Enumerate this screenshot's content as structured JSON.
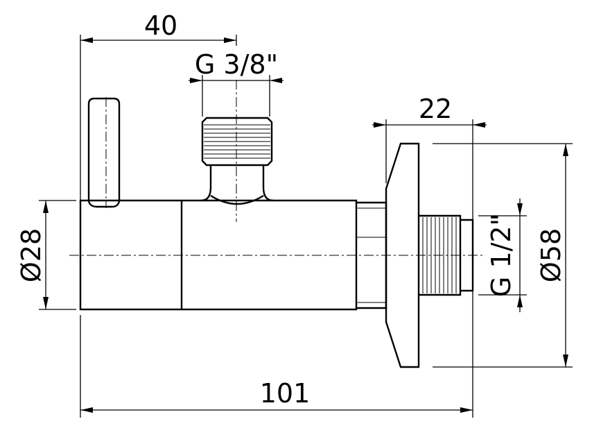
{
  "dimensions": {
    "width_top": "40",
    "thread_outlet": "G 3/8\"",
    "flange_depth": "22",
    "diameter_body": "Ø28",
    "thread_inlet": "G 1/2\"",
    "diameter_flange": "Ø58",
    "overall_length": "101"
  }
}
